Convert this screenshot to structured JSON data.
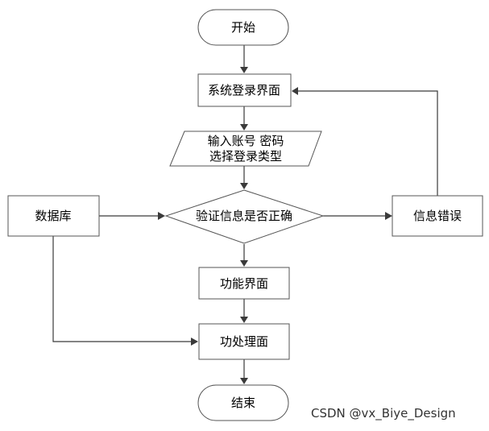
{
  "nodes": {
    "start": "开始",
    "login_screen": "系统登录界面",
    "input_line1": "输入账号 密码",
    "input_line2": "选择登录类型",
    "database": "数据库",
    "verify": "验证信息是否正确",
    "info_error": "信息错误",
    "function_screen": "功能界面",
    "process_screen": "功处理面",
    "end": "结束"
  },
  "watermark": "CSDN @vx_Biye_Design"
}
